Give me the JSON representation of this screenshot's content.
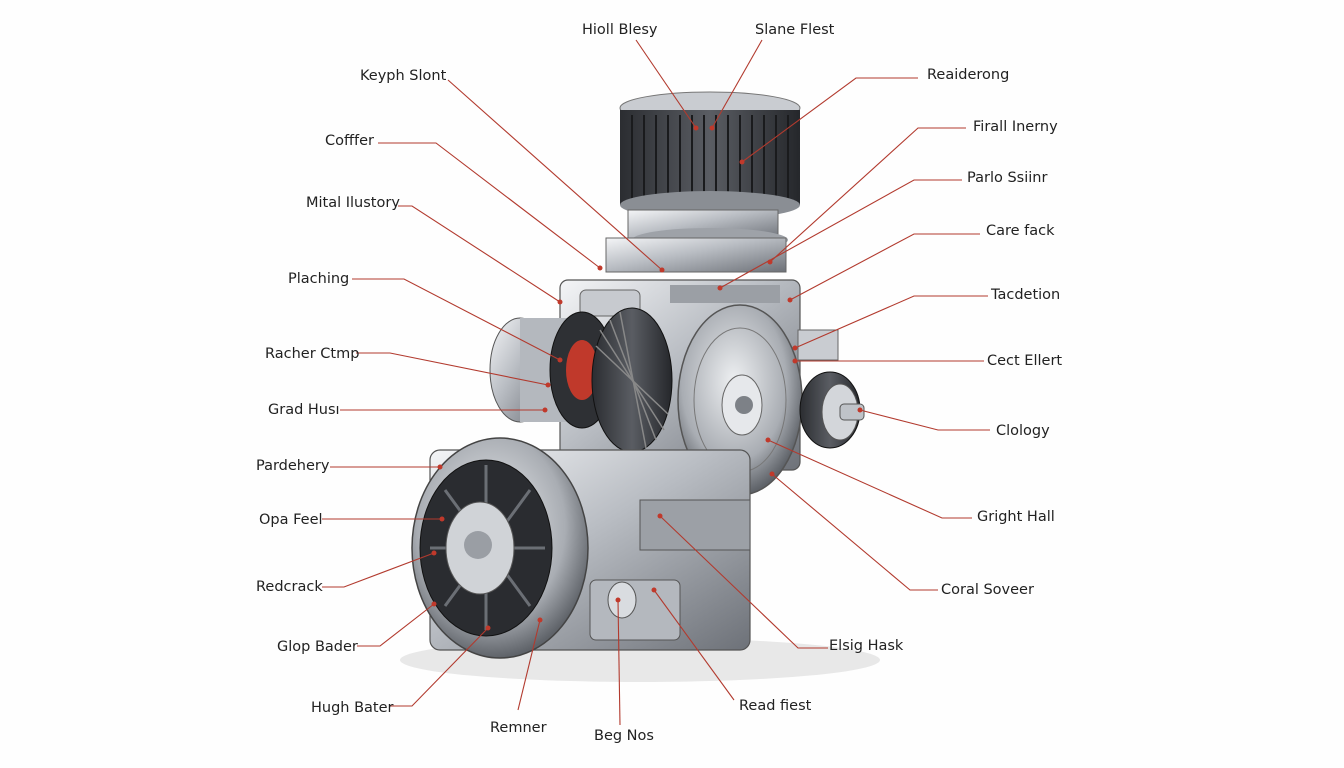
{
  "title": "",
  "labels": {
    "top_left": "Hioll Blesy",
    "top_right": "Slane Flest",
    "l1": "Keyph Slont",
    "l2": "Cofffer",
    "l3": "Mital Ilustory",
    "l4": "Plaching",
    "l5": "Racher Ctmp",
    "l6": "Grad Husı",
    "l7": "Pardehery",
    "l8": "Opa Feel",
    "l9": "Redcrack",
    "l10": "Glop Bader",
    "l11": "Hugh Bater",
    "b1": "Remner",
    "b2": "Beg Nos",
    "b3": "Read fiest",
    "r1": "Reaiderong",
    "r2": "Firall Inerny",
    "r3": "Parlo Ssiinr",
    "r4": "Care fack",
    "r5": "Tacdetion",
    "r6": "Cect Ellert",
    "r7": "Clology",
    "r8": "Gright Hall",
    "r9": "Coral Soveer",
    "r10": "Elsig Hask"
  },
  "colors": {
    "leader": "#b23a2e",
    "metal_dark": "#3a3d42",
    "metal_light": "#d6d9dd"
  }
}
